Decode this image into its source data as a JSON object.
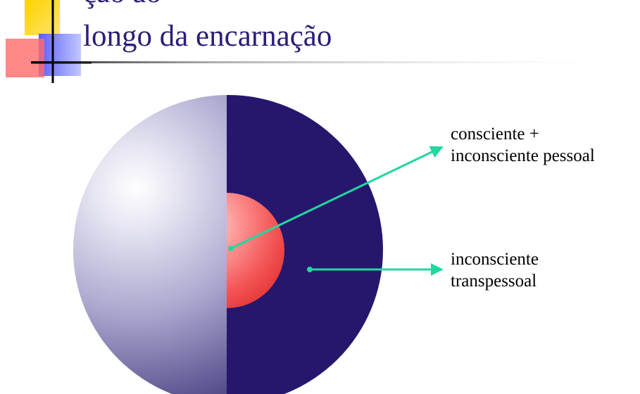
{
  "title": {
    "line1": "ção ao",
    "line2": "longo da encarnação",
    "color": "#2a1e78"
  },
  "labels": {
    "conscious_line1": "consciente +",
    "conscious_line2": "inconsciente pessoal",
    "transpersonal_line1": "inconsciente",
    "transpersonal_line2": "transpessoal"
  },
  "colors": {
    "sphere_dark": "#26176d",
    "sphere_light": "#8c88b6",
    "core": "#f05050",
    "arrow": "#20d8a0",
    "logo_yellow": "#ffd200",
    "logo_red": "#ff6a6a",
    "logo_blue": "#6c78ff"
  }
}
